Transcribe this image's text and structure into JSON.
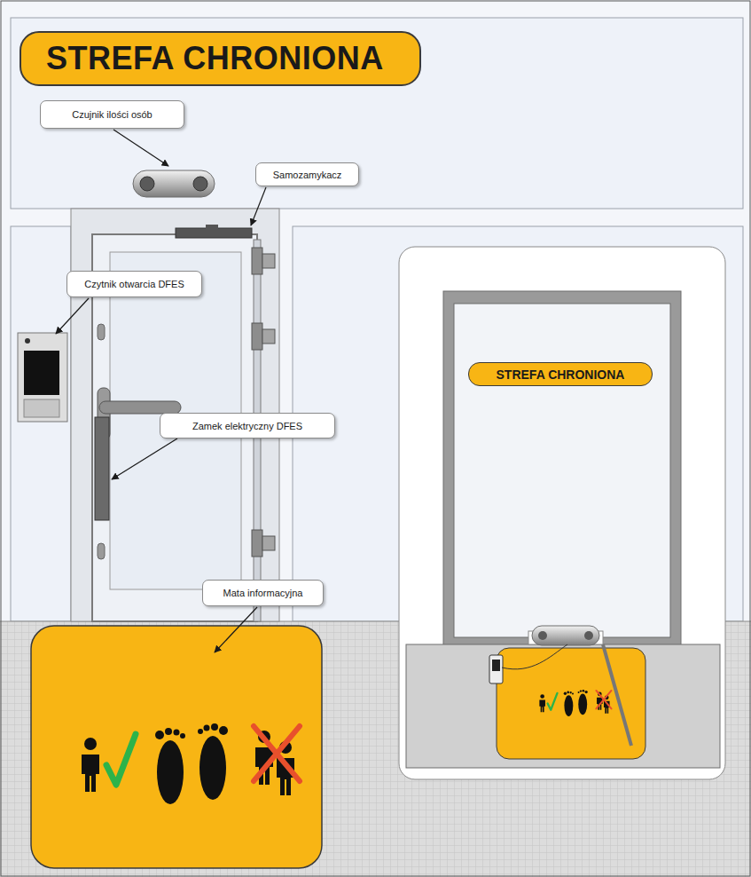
{
  "diagram": {
    "nodes": [
      {
        "text": [
          "STREFA CHRONIONA"
        ]
      },
      {
        "text": [
          "Czujnik ilości osób"
        ]
      },
      {
        "text": [
          "Samozamykacz"
        ]
      },
      {
        "text": [
          "Czytnik otwarcia DFES"
        ]
      },
      {
        "text": [
          "Zamek elektryczny DFES"
        ]
      },
      {
        "text": [
          "Mata informacyjna"
        ]
      },
      {
        "text": [
          "STREFA CHRONIONA"
        ]
      }
    ]
  }
}
